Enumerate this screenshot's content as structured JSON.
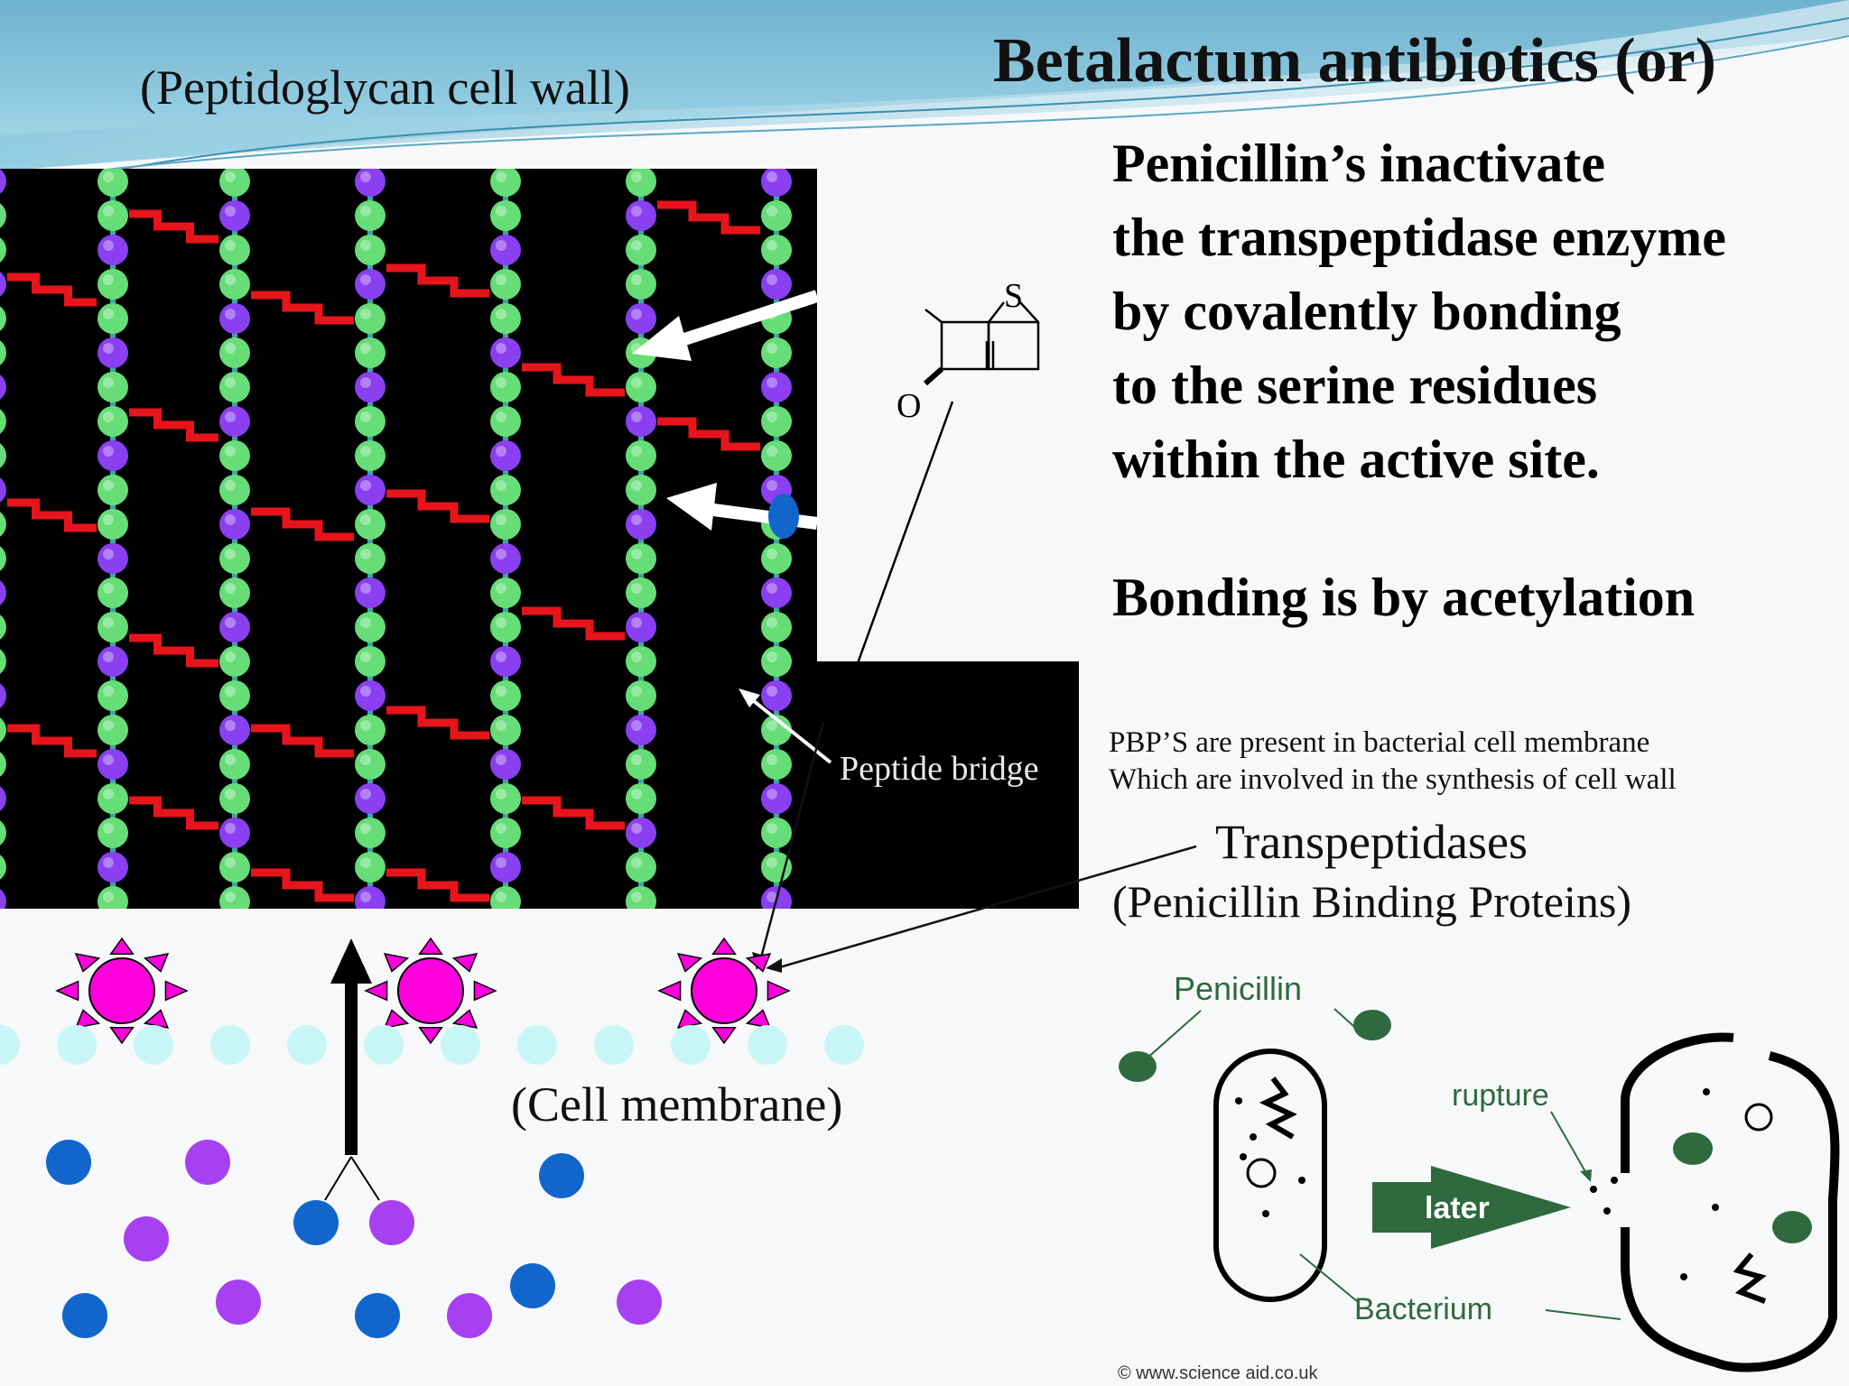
{
  "header": {
    "title": "Betalactum antibiotics  (or)",
    "cell_wall_label": "(Peptidoglycan cell wall)"
  },
  "body_text": {
    "lines": [
      "Penicillin’s inactivate",
      "the transpeptidase enzyme",
      "by covalently bonding",
      "to the serine residues",
      "within the active site."
    ],
    "bonding": "Bonding is by acetylation",
    "pbp_lines": [
      "PBP’S are present in bacterial cell membrane",
      "Which are involved in the synthesis of cell wall"
    ],
    "transpeptidases": "Transpeptidases",
    "pbps": "(Penicillin Binding Proteins)"
  },
  "figure_labels": {
    "peptide_bridge": "Peptide bridge",
    "cell_membrane": "(Cell membrane)",
    "atom_s": "S",
    "atom_o": "O"
  },
  "penicillin_diagram": {
    "penicillin": "Penicillin",
    "rupture": "rupture",
    "later": "later",
    "bacterium": "Bacterium",
    "credit": "© www.science aid.co.uk"
  },
  "colors": {
    "banner_top": "#7dbad3",
    "green_sphere": "#66dd77",
    "purple_sphere": "#8a3ff0",
    "peptide_red": "#e8141c",
    "pbp_magenta": "#ff00dd",
    "diagram_green": "#2e6a3e"
  }
}
